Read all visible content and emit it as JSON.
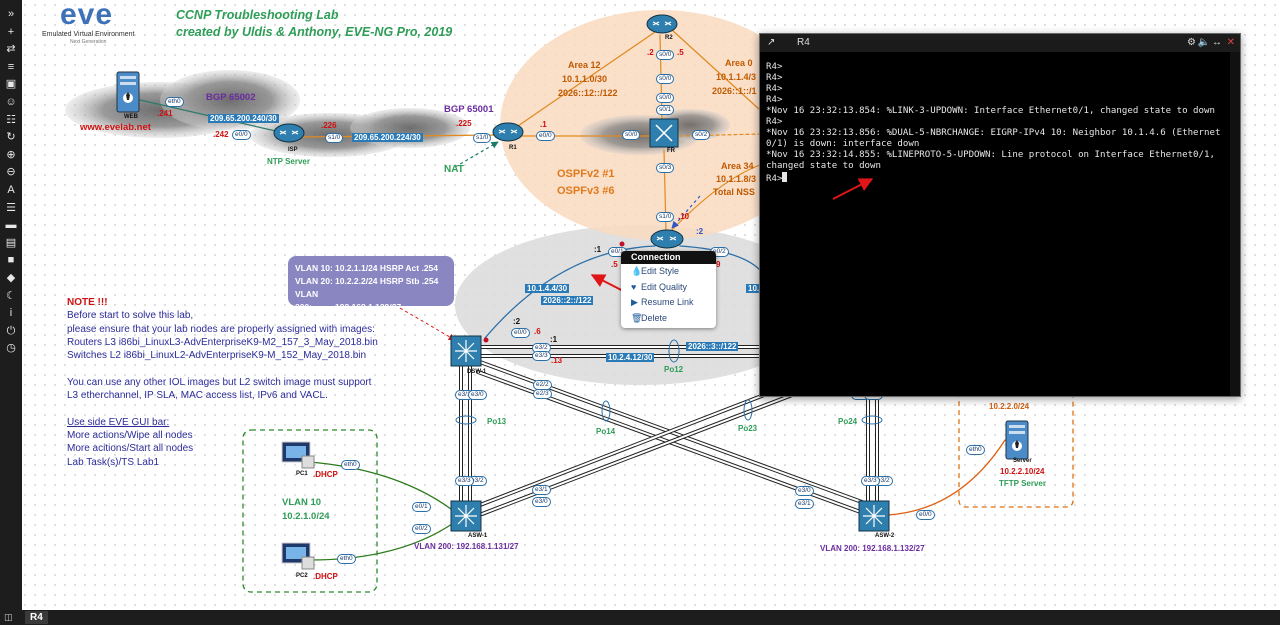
{
  "logo": {
    "brand": "eve",
    "sub1": "Emulated Virtual Environment",
    "sub2": "Next Generation"
  },
  "title": {
    "line1": "CCNP Troubleshooting Lab",
    "line2": "created by Uldis & Anthony, EVE-NG Pro, 2019"
  },
  "colors": {
    "accent_green": "#2e9d57",
    "vlan_box": "#8a86c2",
    "ospf_orange": "#e07a1a",
    "sidebar": "#1d1d1d",
    "red_note": "#d01010"
  },
  "sidebar": {
    "icons": [
      "chevron-right-icon",
      "add-node-icon",
      "shuffle-icon",
      "list-icon",
      "image-icon",
      "user-icon",
      "grid-icon",
      "refresh-icon",
      "zoom-in-icon",
      "zoom-out-icon",
      "text-icon",
      "doc-icon",
      "chat-icon",
      "folder-icon",
      "lock-icon",
      "tag-icon",
      "moon-icon",
      "info-icon",
      "power-icon",
      "clock-icon"
    ]
  },
  "nodes": {
    "web": "WEB",
    "isp": "ISP",
    "ntp": "NTP Server",
    "r1": "R1",
    "r2": "R2",
    "fr": "FR",
    "r4": "R4",
    "dsw1": "DSW-1",
    "asw1": "ASW-1",
    "asw2": "ASW-2",
    "pc1": "PC1",
    "pc2": "PC2",
    "server": "Server",
    "tftp": "TFTP Server"
  },
  "labels": {
    "bgp65002": "BGP  65002",
    "bgp65001": "BGP  65001",
    "evelab": "www.evelab.net",
    "net_web_isp": "209.65.200.240/30",
    "net_isp_r1": "209.65.200.224/30",
    "web_241": ".241",
    "web_242": ".242",
    "isp_226": ".226",
    "r1_225": ".225",
    "r1_1": ".1",
    "nat": "NAT",
    "area12": "Area 12",
    "area12_net": "10.1.1.0/30",
    "area12_v6": "2026::12::/122",
    "area0": "Area 0",
    "area0_net": "10.1.1.4/3",
    "area0_v6": "2026::1::/1",
    "area34": "Area 34",
    "area34_net": "10.1.1.8/3",
    "area34_type": "Total NSS",
    "ospfv2": "OSPFv2 #1",
    "ospfv3": "OSPFv3 #6",
    "r2_2": ".2",
    "r2_5": ".5",
    "r4_10": ".10",
    "r4_2": ":2",
    "r4_1": ":1",
    "r4_5": ".5",
    "r4_9": "9",
    "link_r4_dsw": "10.1.4.4/30",
    "link_r4_dsw_v6": "2026::2::/122",
    "r4_right_net": "10.",
    "dsw_2": ":2",
    "dsw_6": ".6",
    "dsw_1": ":1",
    "dsw_13": ".13",
    "po12_net": "10.2.4.12/30",
    "po12_v6": "2026::3::/122",
    "po12": "Po12",
    "po13": "Po13",
    "po14": "Po14",
    "po23": "Po23",
    "po24": "Po24",
    "vlan10": "VLAN 10",
    "vlan10_net": "10.2.1.0/24",
    "vlan200_asw1": "VLAN 200:  192.168.1.131/27",
    "vlan200_asw2": "VLAN 200:  192.168.1.132/27",
    "dhcp1": ".DHCP",
    "dhcp2": ".DHCP",
    "srv_net": "10.2.2.0/24",
    "srv_ip": "10.2.2.10/24"
  },
  "interfaces": {
    "web_eth0": "eth0",
    "isp_e00": "e0/0",
    "isp_s10": "s1/0",
    "r1_s10": "s1/0",
    "r1_e00": "e0/0",
    "r2_s00a": "s0/0",
    "r2_s00b": "s0/0",
    "r2_s00c": "s0/0",
    "fr_s00": "s0/0",
    "fr_s01": "s0/1",
    "fr_s02": "s0/2",
    "fr_s03": "s0/3",
    "r4_s10": "s1/0",
    "r4_e01": "e0/1",
    "r4_e02": "e0/2",
    "dsw_e00": "e0/0",
    "dsw_e32": "e3/2",
    "dsw_e33": "e3/3",
    "dsw_e22": "e2/2",
    "dsw_e23": "e2/3",
    "dsw_e31": "e3/1",
    "dsw_e30": "e3/0",
    "asw1_e32": "e3/2",
    "asw1_e33": "e3/3",
    "asw1_e01": "e0/1",
    "asw1_e02": "e0/2",
    "asw1_e31": "e3/1",
    "asw1_e30": "e3/0",
    "asw2_e32": "e3/2",
    "asw2_e33": "e3/3",
    "asw2_e30": "e3/0",
    "asw2_e31": "e3/1",
    "asw2_e00": "e0/0",
    "dsw2_e31": "e3/1",
    "dsw2_e30": "e3/0",
    "pc1_eth0": "eth0",
    "pc2_eth0": "eth0",
    "srv_eth0": "eth0"
  },
  "vlan_box": {
    "rows": [
      {
        "k": "VLAN 10:",
        "v": "10.2.1.1/24 HSRP Act .254"
      },
      {
        "k": "VLAN 20:",
        "v": "10.2.2.2/24 HSRP Stb .254"
      },
      {
        "k": "VLAN 200:",
        "v": "192.168.1.129/27"
      }
    ]
  },
  "notes": {
    "heading": "NOTE !!!",
    "lines": [
      "Before start to solve this lab,",
      "please ensure that your lab nodes are properly assigned with images:",
      "Routers L3 i86bi_LinuxL3-AdvEnterpriseK9-M2_157_3_May_2018.bin",
      "Switches L2 i86bi_LinuxL2-AdvEnterpriseK9-M_152_May_2018.bin",
      "",
      "You can use any other IOL images but L2 switch image must support",
      "L3 etherchannel, IP SLA, MAC access list, IPv6  and VACL.",
      ""
    ],
    "gui_heading": "Use side EVE GUI bar:",
    "gui_lines": [
      "More actions/Wipe all nodes",
      "More acitions/Start all nodes",
      "Lab Task(s)/TS Lab1"
    ]
  },
  "context_menu": {
    "header": "Connection",
    "items": [
      {
        "label": "Edit Style",
        "icon": "droplet-icon"
      },
      {
        "label": "Edit Quality",
        "icon": "heart-icon"
      },
      {
        "label": "Resume Link",
        "icon": "play-icon"
      },
      {
        "label": "Delete",
        "icon": "trash-icon"
      }
    ]
  },
  "terminal": {
    "title": "R4",
    "lines": [
      "R4>",
      "R4>",
      "R4>",
      "R4>",
      "*Nov 16 23:32:13.854: %LINK-3-UPDOWN: Interface Ethernet0/1, changed state to down",
      "R4>",
      "*Nov 16 23:32:13.856: %DUAL-5-NBRCHANGE: EIGRP-IPv4 10: Neighbor 10.1.4.6 (Ethernet",
      "0/1) is down: interface down",
      "*Nov 16 23:32:14.855: %LINEPROTO-5-UPDOWN: Line protocol on Interface Ethernet0/1,",
      "changed state to down"
    ],
    "prompt": "R4>"
  },
  "taskbar": {
    "items": [
      "R4"
    ]
  }
}
